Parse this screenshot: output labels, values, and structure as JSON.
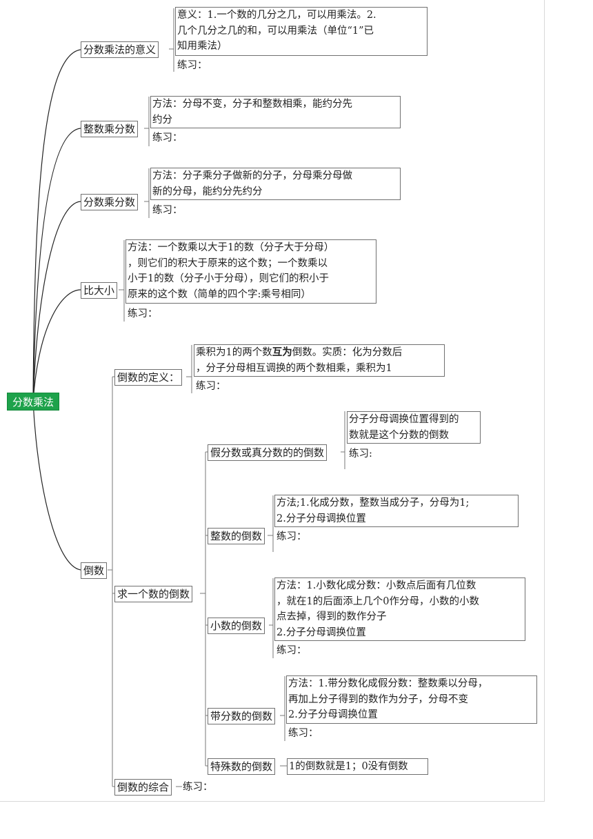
{
  "root": "分数乘法",
  "practice": "练习：",
  "practice_alt": "练习:",
  "topics": {
    "meaning": {
      "label": "分数乘法的意义",
      "text": "意义：1.一个数的几分之几，可以用乘法。2.\n几个几分之几的和，可以用乘法（单位“1”已\n知用乘法）"
    },
    "int_times_frac": {
      "label": "整数乘分数",
      "text": "方法：分母不变，分子和整数相乘，能约分先\n约分"
    },
    "frac_times_frac": {
      "label": "分数乘分数",
      "text": "方法：分子乘分子做新的分子，分母乘分母做\n新的分母，能约分先约分"
    },
    "compare": {
      "label": "比大小",
      "text": "方法：一个数乘以大于1的数（分子大于分母）\n，则它们的积大于原来的这个数；一个数乘以\n小于1的数（分子小于分母），则它们的积小于\n原来的这个数（简单的四个字:乘号相同）"
    },
    "reciprocal": {
      "label": "倒数",
      "definition": {
        "label": "倒数的定义：",
        "text_a": "乘积为1的两个数",
        "text_bold": "互为",
        "text_b": "倒数。实质：化为分数后\n，分子分母相互调换的两个数相乘，乘积为1"
      },
      "find": {
        "label": "求一个数的倒数",
        "improper": {
          "label": "假分数或真分数的的倒数",
          "text": "分子分母调换位置得到的\n数就是这个分数的倒数"
        },
        "integer": {
          "label": "整数的倒数",
          "text": "方法;1.化成分数，整数当成分子，分母为1;\n    2.分子分母调换位置"
        },
        "decimal": {
          "label": "小数的倒数",
          "text": "方法：1.小数化成分数：小数点后面有几位数\n，就在1的后面添上几个0作分母，小数的小数\n点去掉，得到的数作分子\n      2.分子分母调换位置"
        },
        "mixed": {
          "label": "带分数的倒数",
          "text": "方法：1.带分数化成假分数：整数乘以分母，\n再加上分子得到的数作为分子，分母不变\n      2.分子分母调换位置"
        },
        "special": {
          "label": "特殊数的倒数",
          "text": "1的倒数就是1；0没有倒数"
        }
      },
      "summary": {
        "label": "倒数的综合"
      }
    }
  }
}
